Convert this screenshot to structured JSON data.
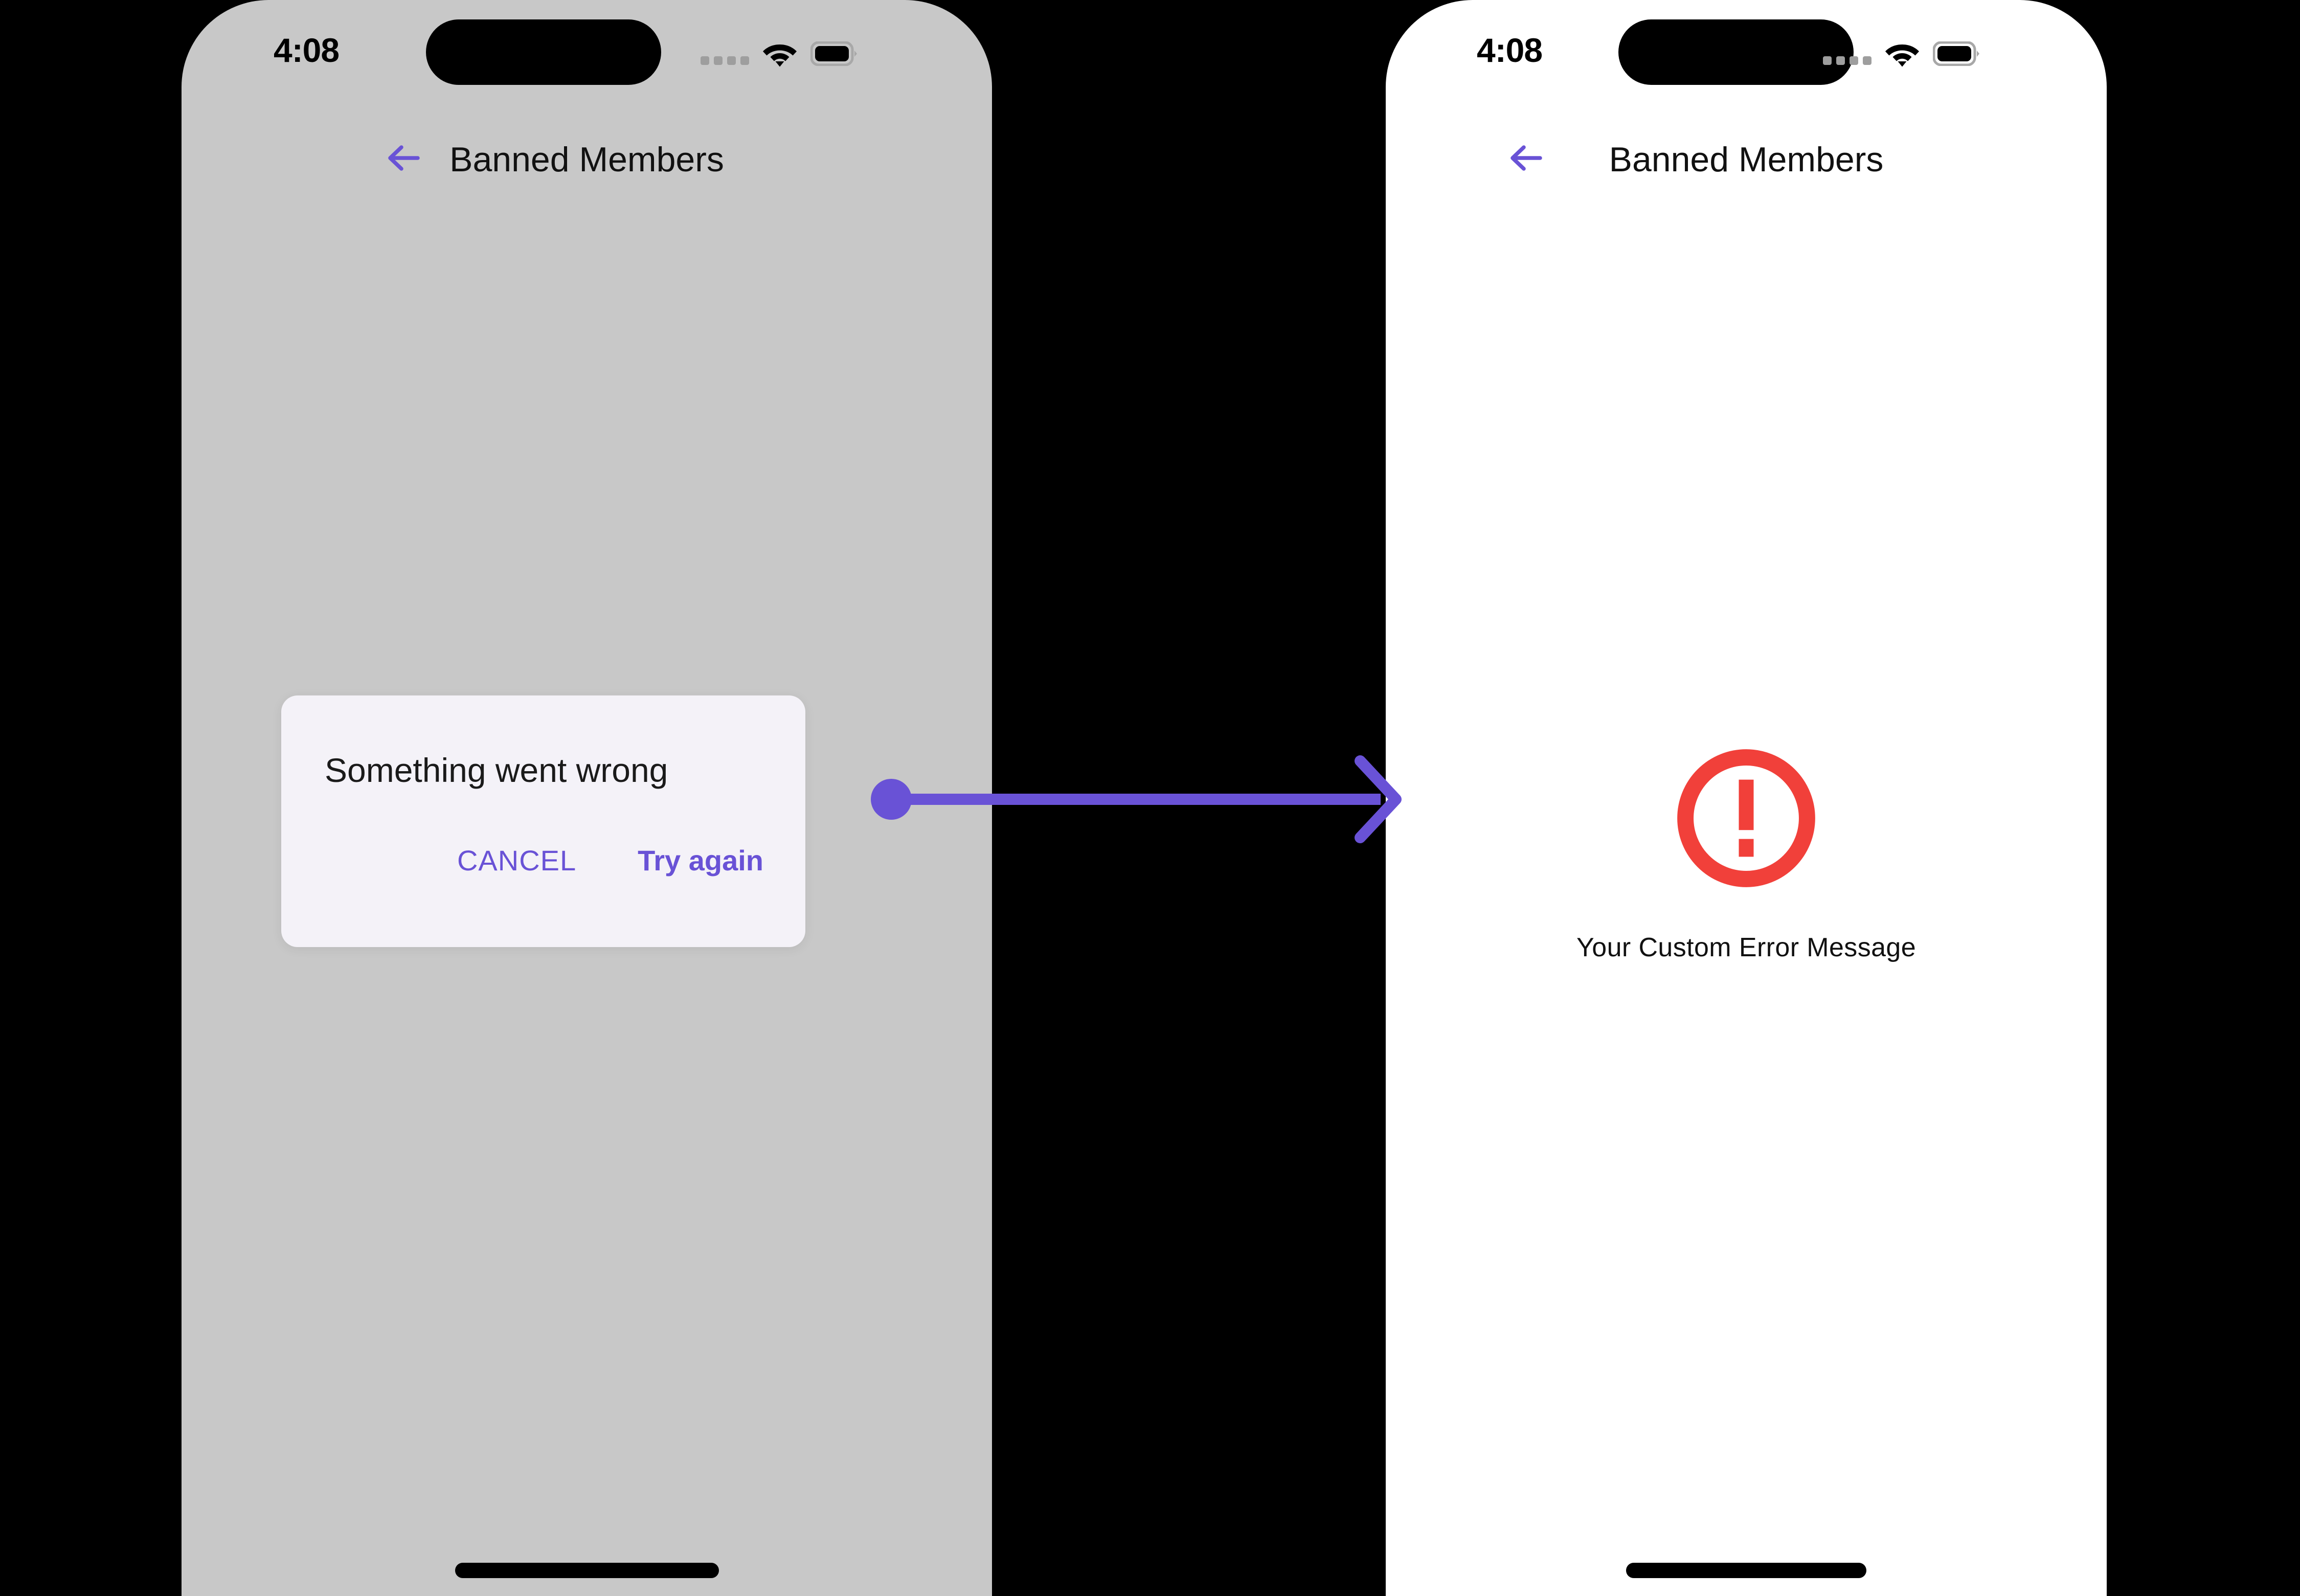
{
  "canvas": {
    "background_color": "#000000",
    "accent_color": "#6952D6",
    "error_color": "#F1403A"
  },
  "phones": [
    {
      "id": "left",
      "screen_background": "#C8C8C8",
      "state_label": "dialog",
      "status_bar": {
        "time": "4:08",
        "icons": [
          "cellular-signal-dots",
          "wifi-icon",
          "battery-icon"
        ]
      },
      "nav": {
        "back_icon": "arrow-left-icon",
        "title": "Banned Members"
      },
      "dialog": {
        "title": "Something went wrong",
        "background_color": "#F4F2F8",
        "cancel_label": "CANCEL",
        "try_again_label": "Try again"
      },
      "home_indicator": true
    },
    {
      "id": "right",
      "screen_background": "#FFFFFF",
      "state_label": "custom-error",
      "status_bar": {
        "time": "4:08",
        "icons": [
          "cellular-signal-dots",
          "wifi-icon",
          "battery-icon"
        ]
      },
      "nav": {
        "back_icon": "arrow-left-icon",
        "title": "Banned Members"
      },
      "error_state": {
        "icon": "error-circle-exclamation-icon",
        "icon_color": "#F1403A",
        "message": "Your Custom Error Message"
      },
      "home_indicator": true
    }
  ],
  "connector": {
    "type": "arrow-right",
    "color": "#6952D6",
    "start_marker": "dot",
    "end_marker": "arrowhead"
  }
}
